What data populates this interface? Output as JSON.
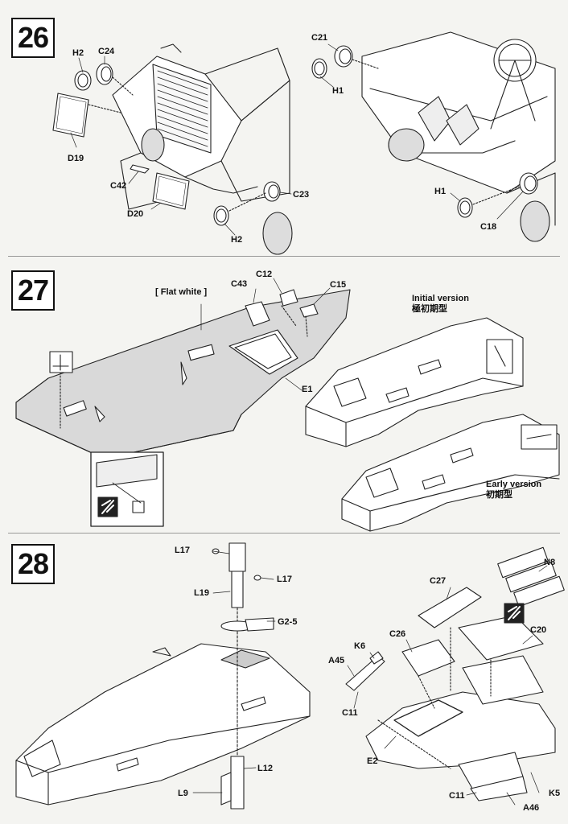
{
  "steps": {
    "s26": "26",
    "s27": "27",
    "s28": "28"
  },
  "labels26": {
    "h2a": "H2",
    "c24": "C24",
    "d19": "D19",
    "c42": "C42",
    "d20": "D20",
    "c23": "C23",
    "h2b": "H2",
    "c21": "C21",
    "h1a": "H1",
    "h1b": "H1",
    "c18": "C18"
  },
  "labels27": {
    "flat_white": "[ Flat white ]",
    "c43": "C43",
    "c12": "C12",
    "c15": "C15",
    "e1": "E1",
    "initial_version": "Initial version",
    "initial_version_cn": "極初期型",
    "early_version": "Early version",
    "early_version_cn": "初期型"
  },
  "labels28": {
    "l17a": "L17",
    "l17b": "L17",
    "l19": "L19",
    "g25": "G2-5",
    "l12": "L12",
    "l9": "L9",
    "c27": "C27",
    "n8": "N8",
    "c26": "C26",
    "k6": "K6",
    "a45": "A45",
    "c20": "C20",
    "c11a": "C11",
    "e2": "E2",
    "c11b": "C11",
    "k5": "K5",
    "a46": "A46"
  }
}
